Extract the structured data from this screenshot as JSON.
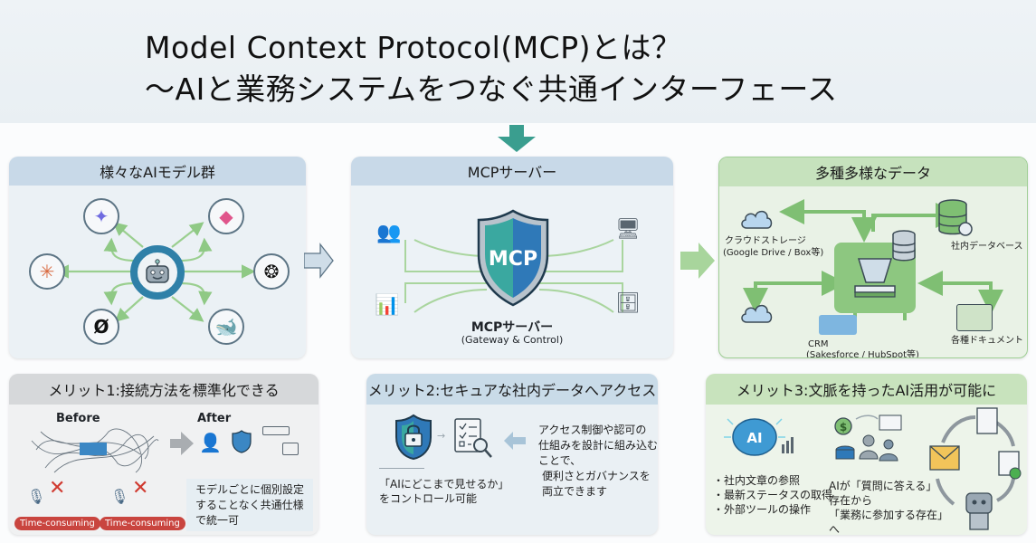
{
  "title": {
    "line1": "Model Context Protocol(MCP)とは？",
    "line2": "～AIと業務システムをつなぐ共通インターフェース"
  },
  "colors": {
    "accent_teal": "#3a9e8f",
    "blue_header": "#c8d9e8",
    "green_header": "#c6e2bd",
    "gray_header": "#d6d8da",
    "green_arrow": "#8fc985",
    "tag_red": "#c9453f",
    "shield_blue": "#2f79b8"
  },
  "panels": {
    "models": {
      "title": "様々なAIモデル群",
      "center_icon": "robot-icon",
      "models": [
        {
          "name": "gemini",
          "icon": "sparkle-icon",
          "glyph": "✦"
        },
        {
          "name": "copilot",
          "icon": "copilot-icon",
          "glyph": "◆"
        },
        {
          "name": "claude",
          "icon": "asterisk-burst-icon",
          "glyph": "✳"
        },
        {
          "name": "openai",
          "icon": "openai-knot-icon",
          "glyph": "❂"
        },
        {
          "name": "grok",
          "icon": "slashed-circle-icon",
          "glyph": "Ø"
        },
        {
          "name": "deepseek",
          "icon": "whale-icon",
          "glyph": "🐋"
        }
      ]
    },
    "mcp": {
      "title": "MCPサーバー",
      "shield_text": "MCP",
      "caption_main": "MCPサーバー",
      "caption_sub": "(Gateway & Control)"
    },
    "data": {
      "title": "多種多様なデータ",
      "cloud_label_1": "クラウドストレージ",
      "cloud_label_2": "(Google Drive / Box等)",
      "db_label": "社内データベース",
      "crm_label_1": "CRM",
      "crm_label_2": "(Sakesforce / HubSpot等)",
      "docs_label": "各種ドキュメント"
    },
    "merit1": {
      "title": "メリット1:接続方法を標準化できる",
      "before_label": "Before",
      "after_label": "After",
      "tag_1": "Time-consuming",
      "tag_2": "Time-consuming",
      "desc_1": "モデルごとに個別設定",
      "desc_2": "することなく共通仕様",
      "desc_3": "で統一可"
    },
    "merit2": {
      "title": "メリット2:セキュアな社内データへアクセス",
      "left_1": "「AIにどこまで見せるか」",
      "left_2": "をコントロール可能",
      "right_1": "アクセス制御や認可の",
      "right_2": "仕組みを設計に組み込む",
      "right_3": "ことで、",
      "right_4": "便利さとガバナンスを",
      "right_5": "両立できます"
    },
    "merit3": {
      "title": "メリット3:文脈を持ったAI活用が可能に",
      "brain_text": "AI",
      "bullets": [
        "・社内文章の参照",
        "・最新ステータスの取得",
        "・外部ツールの操作"
      ],
      "mid_1": "AIが「質問に答える」",
      "mid_2": "存在から",
      "mid_3": "「業務に参加する存在」",
      "mid_4": "へ"
    }
  }
}
